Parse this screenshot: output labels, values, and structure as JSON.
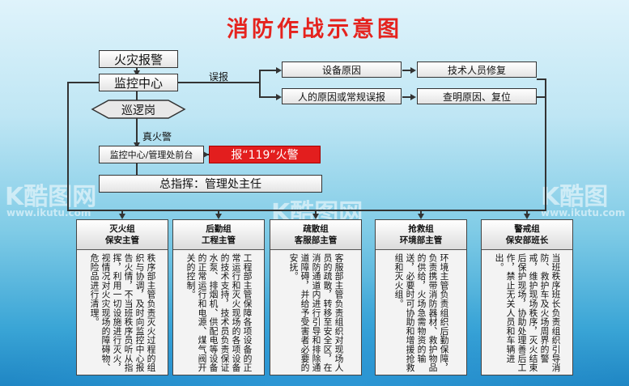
{
  "title": "消防作战示意图",
  "nodes": {
    "fire_alarm": "火灾报警",
    "monitor_center": "监控中心",
    "patrol": "巡逻岗",
    "monitor_front_desk": "监控中心/管理处前台",
    "call_119": "报“119”火警",
    "commander": "总指挥：管理处主任",
    "equipment_cause": "设备原因",
    "human_cause": "人的原因或常规误报",
    "tech_repair": "技术人员修复",
    "check_reset": "查明原因、复位"
  },
  "edge_labels": {
    "false_alarm": "误报",
    "real_fire": "真火警"
  },
  "groups": [
    {
      "title": "灭火组",
      "lead": "保安主管",
      "text": "秩序部主管负责灭火过程的组织与协调，及时向监控中心报告火情，不当班秩序员听从指挥，利用一切设施进行灭火，视情况对火灾现场的障碍物、危险品进行清理。"
    },
    {
      "title": "后勤组",
      "lead": "工程主管",
      "text": "工程部主管保障各项设备的正常运行和灭火现场的各项设备的技术支持，技术员负责保证水泵、排烟机、供配电等设备的正常运行和电源、煤气阀开关的控制。"
    },
    {
      "title": "疏散组",
      "lead": "客服部主管",
      "text": "客服部主管负责组织对现场人员的疏散，转移至安全区，在消防通道内进行引导和排除通道障碍，并给予受害者必要的安抚。"
    },
    {
      "title": "抢救组",
      "lead": "环境部主管",
      "text": "环境主管负责组织后勤保障，负责携带消防器材、救护物品的供给，火场急需物资的输送，必要时可协助和增援抢救组和灭火组。"
    },
    {
      "title": "警戒组",
      "lead": "保安部班长",
      "text": "当班秩序班长负责组织引导消防、救护车及火场周界的警戒，维护现场秩序，灭火结束后保护现场，协助处理善后工作，禁止无关人员和车辆进出。"
    }
  ],
  "watermark": {
    "brand": "酷图网",
    "url": "www.ikutu.com"
  }
}
